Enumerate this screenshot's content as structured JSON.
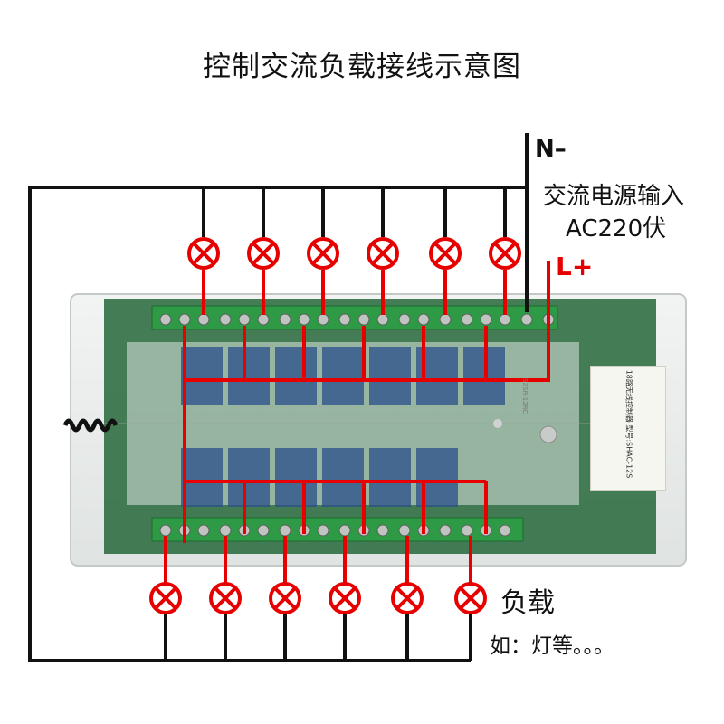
{
  "title": "控制交流负载接线示意图",
  "power": {
    "neutral_label": "N–",
    "input_label": "交流电源输入",
    "voltage_label": "AC220伏",
    "live_label": "L+"
  },
  "load": {
    "label": "负载",
    "example": "如：灯等。。。"
  },
  "device": {
    "sticker_text": "18路无线控制器 型号:SHAC-12S",
    "model_text": "SZSR-12RC"
  },
  "colors": {
    "wire_black": "#111111",
    "wire_red": "#e60000",
    "board_green": "#1f6e3a",
    "terminal_green": "#2f9a45",
    "relay_blue": "#2a4f8c",
    "case": "#e9ecea"
  },
  "lamps": {
    "top_count": 6,
    "bottom_count": 6
  }
}
